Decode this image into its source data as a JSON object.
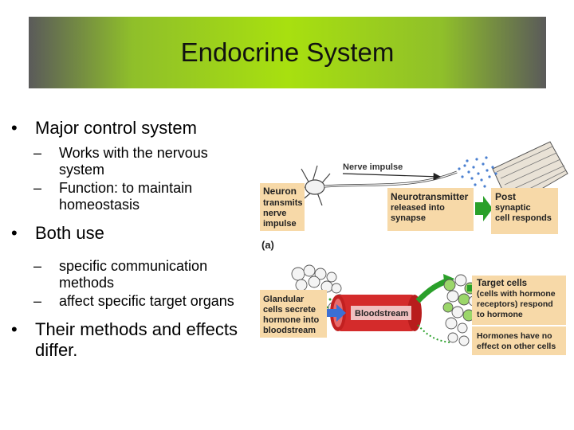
{
  "slide": {
    "title": "Endocrine System"
  },
  "bullets": {
    "b1": "Major control system",
    "b1_sub1": "Works with the nervous system",
    "b1_sub2": "Function: to maintain homeostasis",
    "b2": "Both use",
    "b2_sub1": "specific communication methods",
    "b2_sub2": "affect specific target organs",
    "b3": "Their methods and effects differ."
  },
  "figure": {
    "panel_a": {
      "label": "(a)",
      "nerve_impulse": "Nerve impulse",
      "neuron_box": [
        "Neuron",
        "transmits",
        "nerve",
        "impulse"
      ],
      "neurotransmitter_box": [
        "Neurotransmitter",
        "released into",
        "synapse"
      ],
      "postsynaptic_box": [
        "Post",
        "synaptic",
        "cell responds"
      ]
    },
    "panel_b": {
      "glandular_box": [
        "Glandular",
        "cells secrete",
        "hormone into",
        "bloodstream"
      ],
      "bloodstream": "Bloodstream",
      "target_cells": [
        "Target cells",
        "(cells with hormone",
        "receptors) respond",
        "to hormone"
      ],
      "no_effect": [
        "Hormones have no",
        "effect on other cells"
      ]
    },
    "colors": {
      "box_fill": "#f7d9a8",
      "vessel": "#d42b2b",
      "arrow_blue": "#3b6fd4",
      "arrow_green": "#2aa02a"
    }
  }
}
